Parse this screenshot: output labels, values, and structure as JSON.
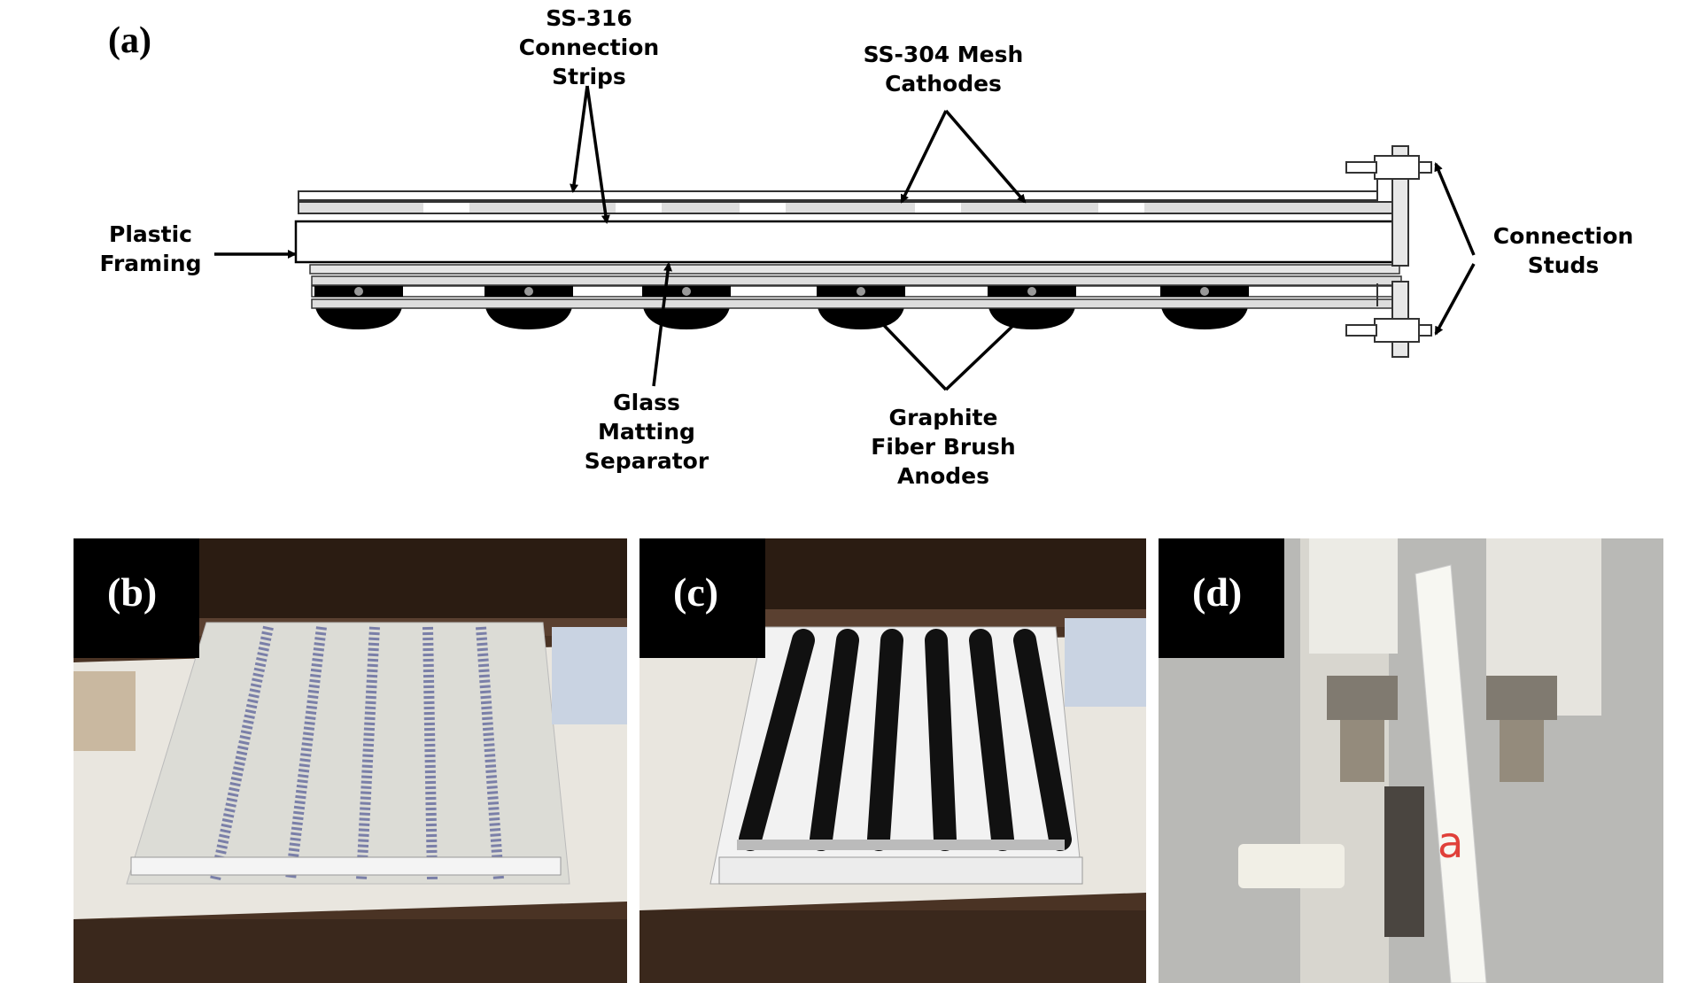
{
  "panels": {
    "a": "(a)",
    "b": "(b)",
    "c": "(c)",
    "d": "(d)"
  },
  "labels": {
    "ss316": [
      "SS-316",
      "Connection",
      "Strips"
    ],
    "ss304": [
      "SS-304 Mesh",
      "Cathodes"
    ],
    "plastic": [
      "Plastic",
      "Framing"
    ],
    "studs": [
      "Connection",
      "Studs"
    ],
    "glass": [
      "Glass",
      "Matting",
      "Separator"
    ],
    "graphite": [
      "Graphite",
      "Fiber Brush",
      "Anodes"
    ]
  },
  "photo_d_marking": "a"
}
